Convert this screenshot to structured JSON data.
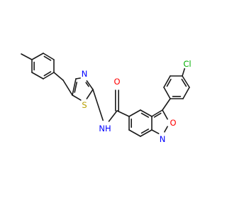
{
  "labels": {
    "chlorine": "Cl",
    "amide_oxygen": "O",
    "isoxazole_oxygen": "O",
    "isoxazole_nitrogen": "N",
    "amide_nh": "NH",
    "thiazole_nitrogen": "N",
    "thiazole_sulfur": "S"
  },
  "colors": {
    "bond": "#1a1a1a",
    "carbon": "#1a1a1a",
    "oxygen": "#ff0000",
    "nitrogen": "#0000ff",
    "sulfur": "#b8a000",
    "chlorine": "#00b000"
  }
}
